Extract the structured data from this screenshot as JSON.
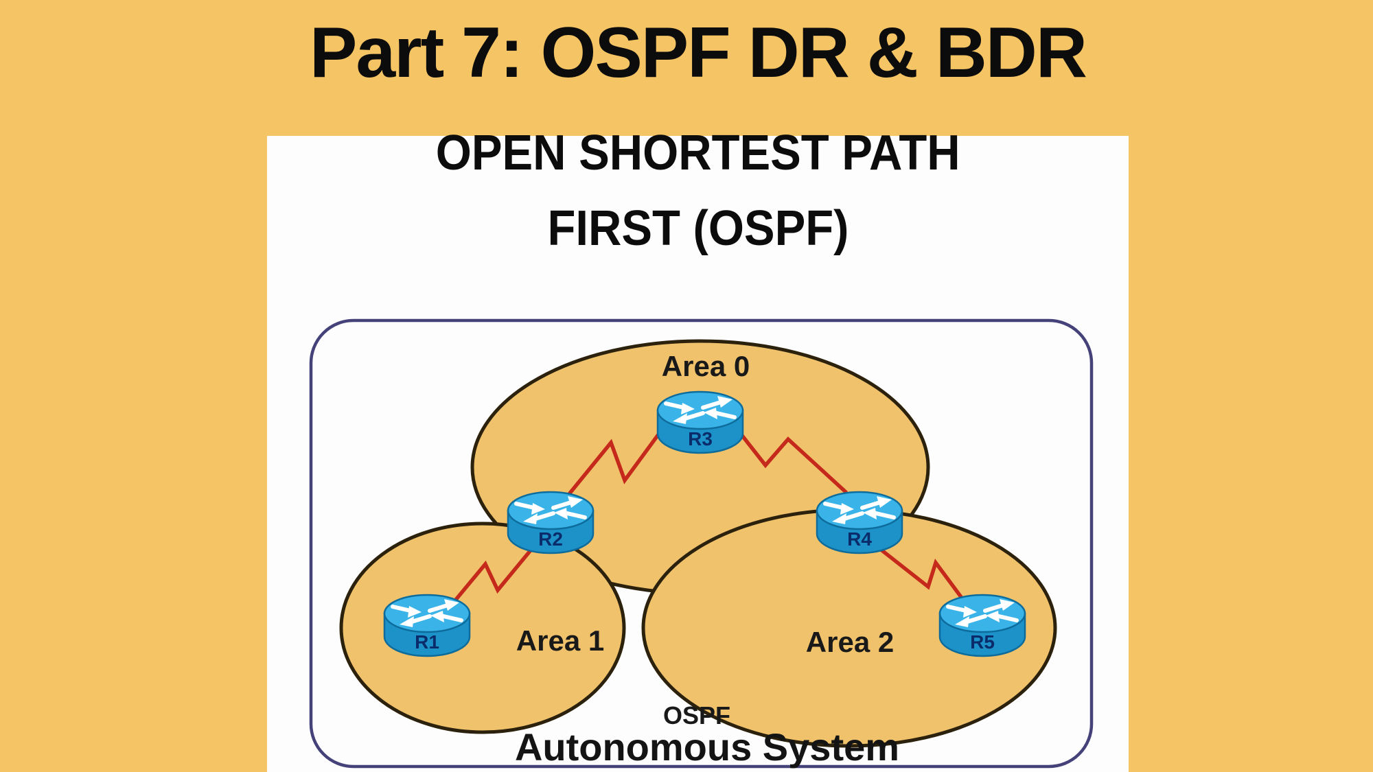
{
  "page": {
    "title": "Part 7: OSPF DR & BDR"
  },
  "panel": {
    "heading_line1": "OPEN SHORTEST PATH",
    "heading_line2": "FIRST (OSPF)"
  },
  "diagram": {
    "areas": [
      {
        "label": "Area 0"
      },
      {
        "label": "Area 1"
      },
      {
        "label": "Area 2"
      }
    ],
    "routers": [
      {
        "label": "R1"
      },
      {
        "label": "R2"
      },
      {
        "label": "R3"
      },
      {
        "label": "R4"
      },
      {
        "label": "R5"
      }
    ],
    "links": [
      {
        "from": "R1",
        "to": "R2"
      },
      {
        "from": "R2",
        "to": "R3"
      },
      {
        "from": "R3",
        "to": "R4"
      },
      {
        "from": "R4",
        "to": "R5"
      }
    ],
    "ospf_label": "OSPF",
    "autonomous_system_label": "Autonomous System",
    "colors": {
      "bg": "#F5C464",
      "panel": "#FDFDFD",
      "ink": "#0C0C0C",
      "area_fill": "#F0C26B",
      "area_stroke": "#2B210C",
      "boundary_stroke": "#45427A",
      "link": "#C5291B",
      "router_top": "#3AB4E8",
      "router_side": "#1D92C9",
      "router_outline": "#0D6C9B",
      "router_label": "#0A2C6B"
    }
  }
}
